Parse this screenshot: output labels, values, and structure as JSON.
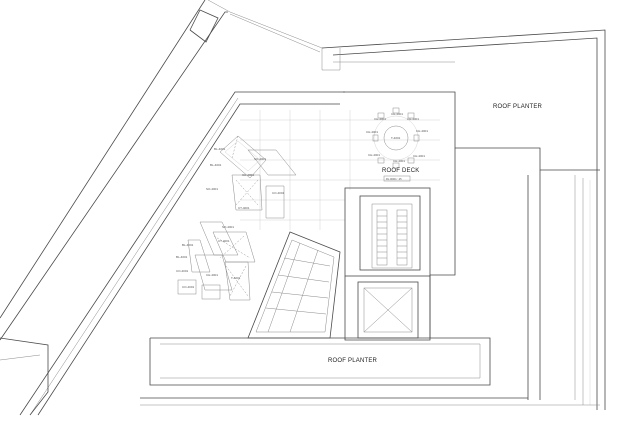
{
  "labels": {
    "roof_planter_top": "ROOF PLANTER",
    "roof_planter_bottom": "ROOF PLANTER",
    "roof_deck": "ROOF DECK",
    "roof_deck_level": "RL.0000 / .25"
  },
  "furniture_tags": {
    "dining": [
      "CH-4001",
      "CH-4001",
      "CH-4001",
      "CH-4001",
      "CH-4001",
      "CH-4001",
      "CH-4001",
      "CH-4001",
      "T-4001"
    ],
    "lounge": [
      "BL-4001",
      "SO-4001",
      "BL-4001",
      "CH-4001",
      "CO-4001",
      "SO-4001",
      "CT-4001",
      "BL-4001",
      "SO-4001",
      "BL-4001",
      "CT-4001",
      "CO-4001",
      "CH-4001",
      "T-4001",
      "CO-4001"
    ]
  }
}
